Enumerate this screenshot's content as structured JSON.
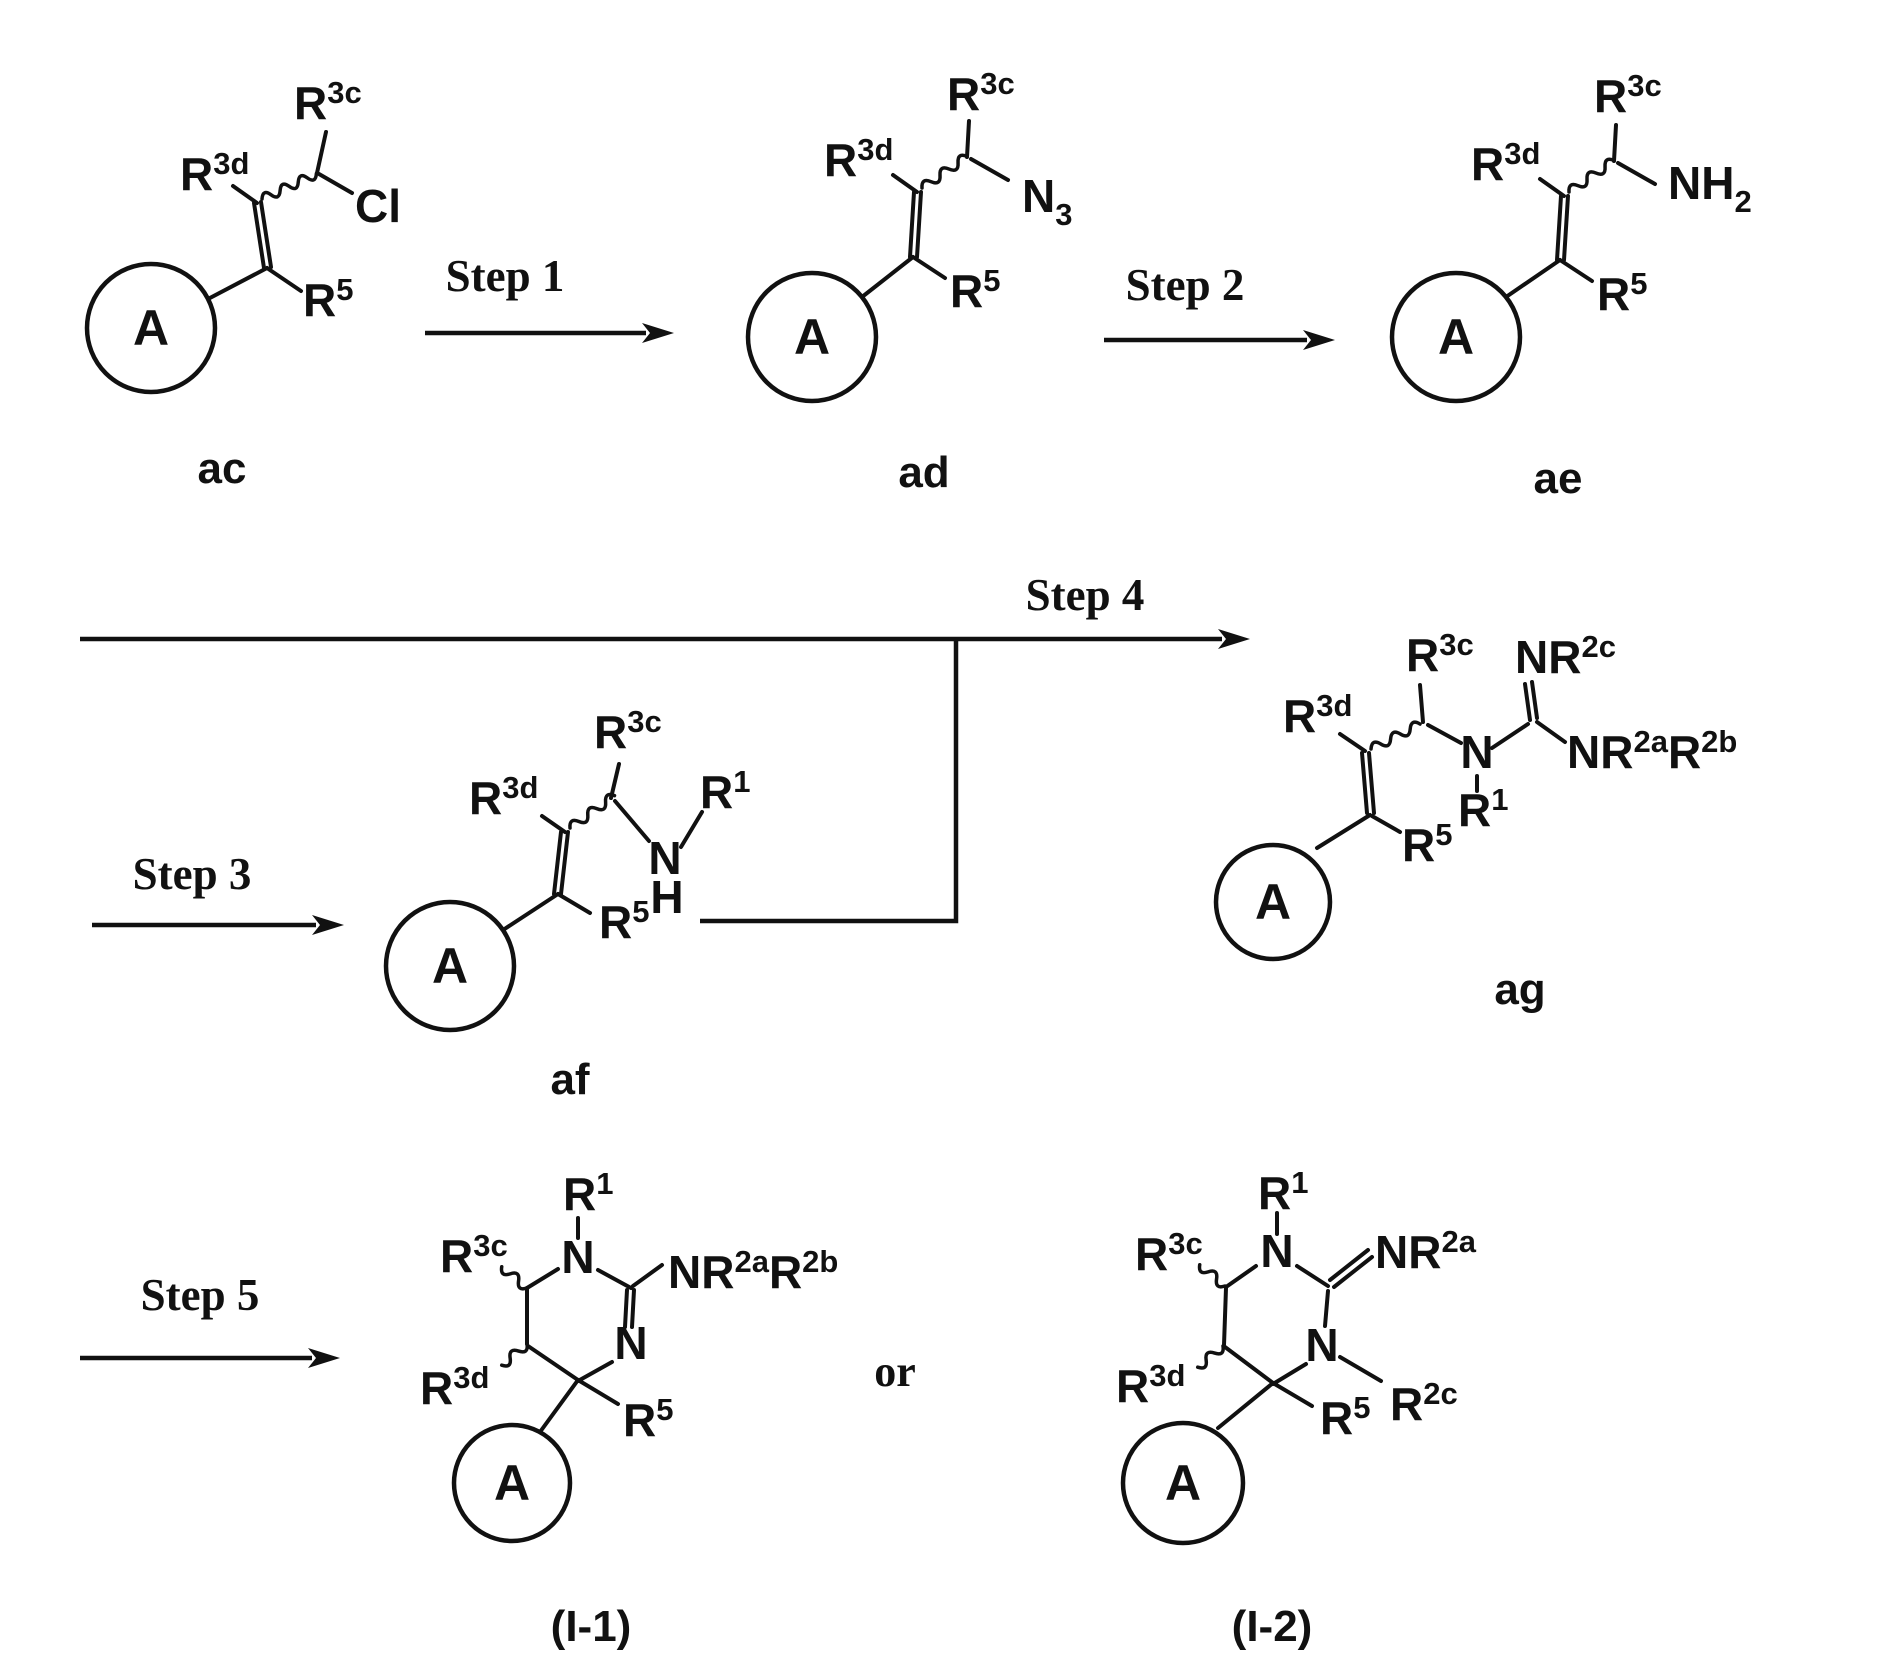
{
  "palette": {
    "ink": "#111111",
    "background": "#ffffff"
  },
  "steps": {
    "step1": "Step 1",
    "step2": "Step 2",
    "step3": "Step 3",
    "step4": "Step 4",
    "step5": "Step 5"
  },
  "or_label": "or",
  "compound_labels": {
    "ac": "ac",
    "ad": "ad",
    "ae": "ae",
    "af": "af",
    "ag": "ag",
    "i1": "(I-1)",
    "i2": "(I-2)"
  },
  "tokens": {
    "R": "R",
    "A": "A",
    "N": "N",
    "H": "H",
    "Cl": "Cl",
    "NH": "NH",
    "NR": "NR",
    "sup_3c": "3c",
    "sup_3d": "3d",
    "sup_5": "5",
    "sup_1": "1",
    "sup_2a": "2a",
    "sup_2b": "2b",
    "sup_2c": "2c",
    "sub_2": "2",
    "sub_3": "3"
  }
}
